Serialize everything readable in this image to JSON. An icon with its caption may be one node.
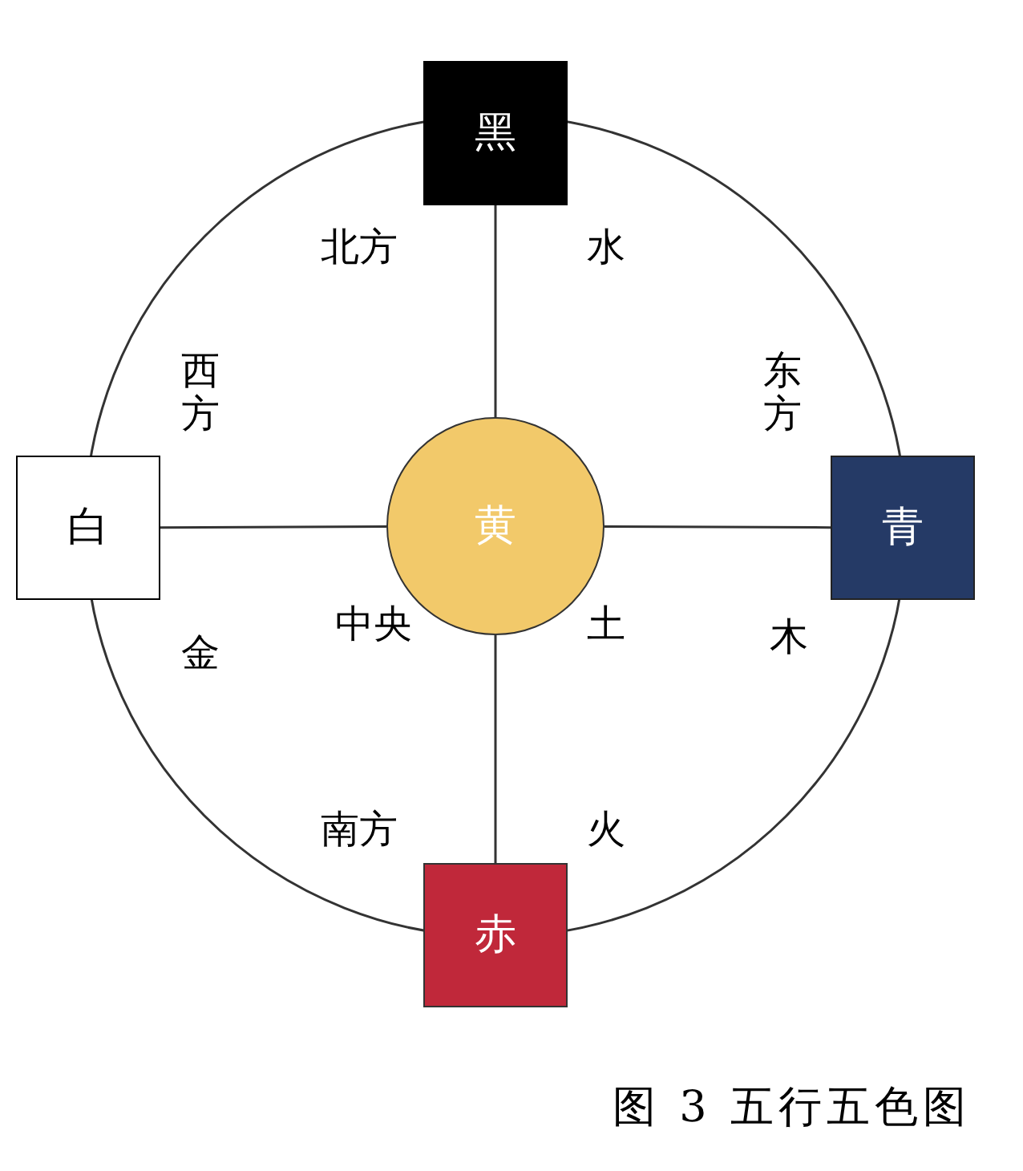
{
  "diagram": {
    "caption": "图 3 五行五色图",
    "nodes": [
      {
        "text": [
          "黑"
        ]
      },
      {
        "text": [
          "白"
        ]
      },
      {
        "text": [
          "黄"
        ]
      },
      {
        "text": [
          "青"
        ]
      },
      {
        "text": [
          "赤"
        ]
      }
    ],
    "edges": [
      {
        "from": 0,
        "to": 2,
        "arrow": "none"
      },
      {
        "from": 1,
        "to": 2,
        "arrow": "none"
      },
      {
        "from": 2,
        "to": 3,
        "arrow": "none"
      },
      {
        "from": 2,
        "to": 4,
        "arrow": "none"
      }
    ],
    "labels": [
      "北方",
      "水",
      "西方",
      "东方",
      "中央",
      "土",
      "金",
      "木",
      "南方",
      "火"
    ]
  }
}
